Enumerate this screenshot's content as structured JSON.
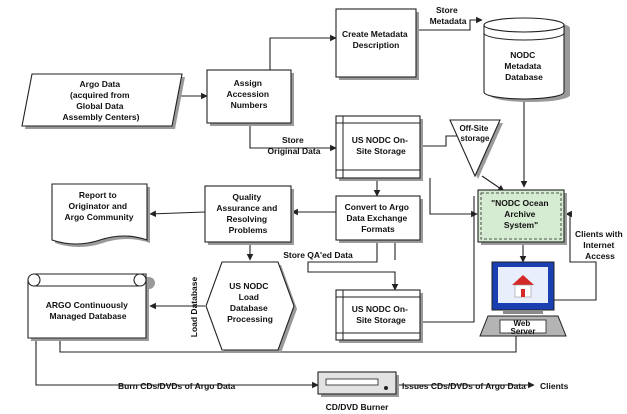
{
  "colors": {
    "stroke": "#222222",
    "fill": "#ffffff",
    "shadow": "#9a9a9a",
    "archive_fill": "#d6ecd2",
    "monitor_blue": "#1a3fb0",
    "screen_bg": "#e8eefc",
    "server_gray": "#b4b4b4"
  },
  "nodes": {
    "argo_data": [
      "Argo Data",
      "(acquired from",
      "Global Data",
      "Assembly Centers)"
    ],
    "assign": [
      "Assign",
      "Accession",
      "Numbers"
    ],
    "create_meta": [
      "Create Metadata",
      "Description"
    ],
    "nodc_meta": [
      "NODC",
      "Metadata",
      "Database"
    ],
    "onsite1": [
      "US NODC On-",
      "Site Storage"
    ],
    "offsite": [
      "Off-Site",
      "storage"
    ],
    "archive": [
      "\"NODC Ocean",
      "Archive",
      "System\""
    ],
    "report": [
      "Report to",
      "Originator and",
      "Argo Community"
    ],
    "qa": [
      "Quality",
      "Assurance and",
      "Resolving",
      "Problems"
    ],
    "convert": [
      "Convert to Argo",
      "Data Exchange",
      "Formats"
    ],
    "argo_db": [
      "ARGO Continuously",
      "Managed Database"
    ],
    "load": [
      "US NODC",
      "Load",
      "Database",
      "Processing"
    ],
    "onsite2": [
      "US NODC On-",
      "Site Storage"
    ],
    "web_server": [
      "Web",
      "Server"
    ],
    "cd_burner": [
      "CD/DVD Burner"
    ]
  },
  "edge_labels": {
    "store_metadata": [
      "Store",
      "Metadata"
    ],
    "store_original": [
      "Store",
      "Original Data"
    ],
    "store_qa": "Store QA'ed Data",
    "load_db": "Load Database",
    "clients_web": [
      "Clients with",
      "Internet",
      "Access"
    ],
    "burn": "Burn CDs/DVDs of Argo Data",
    "issues": "Issues CDs/DVDs of Argo Data",
    "clients": "Clients"
  }
}
